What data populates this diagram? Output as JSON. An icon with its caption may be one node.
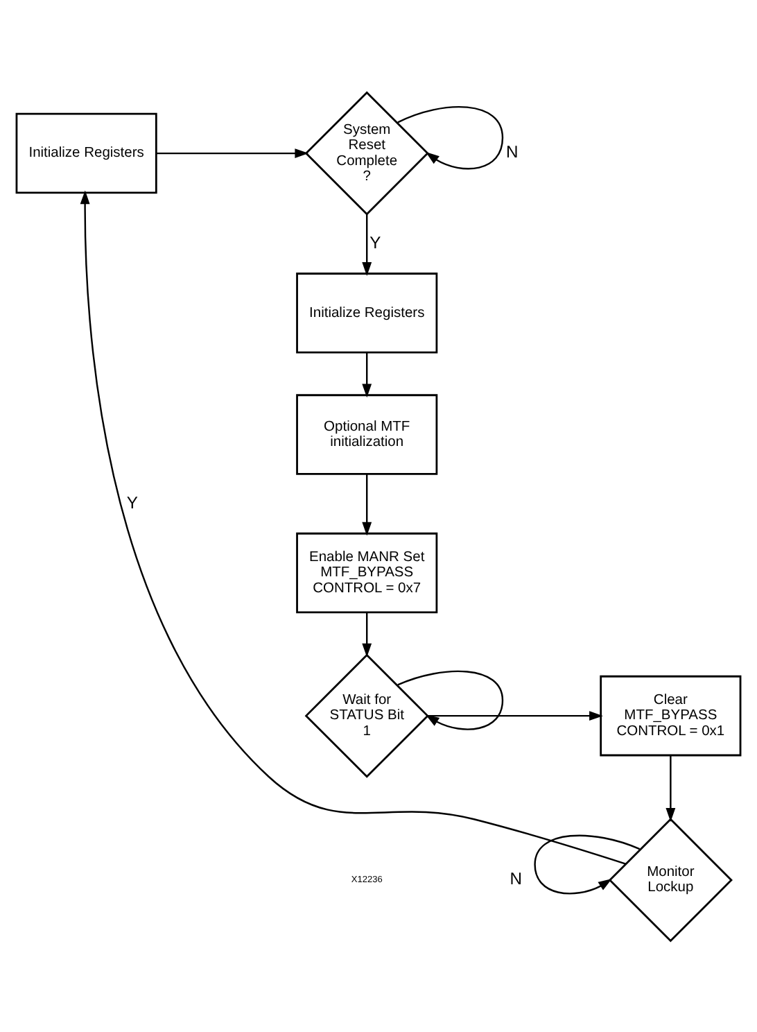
{
  "diagram": {
    "nodes": [
      {
        "text": [
          "Initialize Registers"
        ]
      },
      {
        "text": [
          "System Reset Complete ?"
        ]
      },
      {
        "text": [
          "Initialize Registers"
        ]
      },
      {
        "text": [
          "Optional MTF initialization"
        ]
      },
      {
        "text": [
          "Enable MANR Set MTF_BYPASS CONTROL = 0x7"
        ]
      },
      {
        "text": [
          "Wait for STATUS Bit 1"
        ]
      },
      {
        "text": [
          "Clear MTF_BYPASS CONTROL = 0x1"
        ]
      },
      {
        "text": [
          "Monitor Lockup"
        ]
      }
    ],
    "edges": [
      {
        "from": 0,
        "to": 1,
        "arrow": "to"
      },
      {
        "from": 1,
        "to": 1,
        "arrow": "to",
        "label": "N"
      },
      {
        "from": 1,
        "to": 2,
        "arrow": "to",
        "label": "Y"
      },
      {
        "from": 2,
        "to": 3,
        "arrow": "to"
      },
      {
        "from": 3,
        "to": 4,
        "arrow": "to"
      },
      {
        "from": 4,
        "to": 5,
        "arrow": "to"
      },
      {
        "from": 5,
        "to": 5,
        "arrow": "to"
      },
      {
        "from": 5,
        "to": 6,
        "arrow": "to"
      },
      {
        "from": 6,
        "to": 7,
        "arrow": "to"
      },
      {
        "from": 7,
        "to": 7,
        "arrow": "to",
        "label": "N"
      },
      {
        "from": 7,
        "to": 0,
        "arrow": "to",
        "label": "Y"
      }
    ],
    "labels": [
      "X12236"
    ]
  }
}
